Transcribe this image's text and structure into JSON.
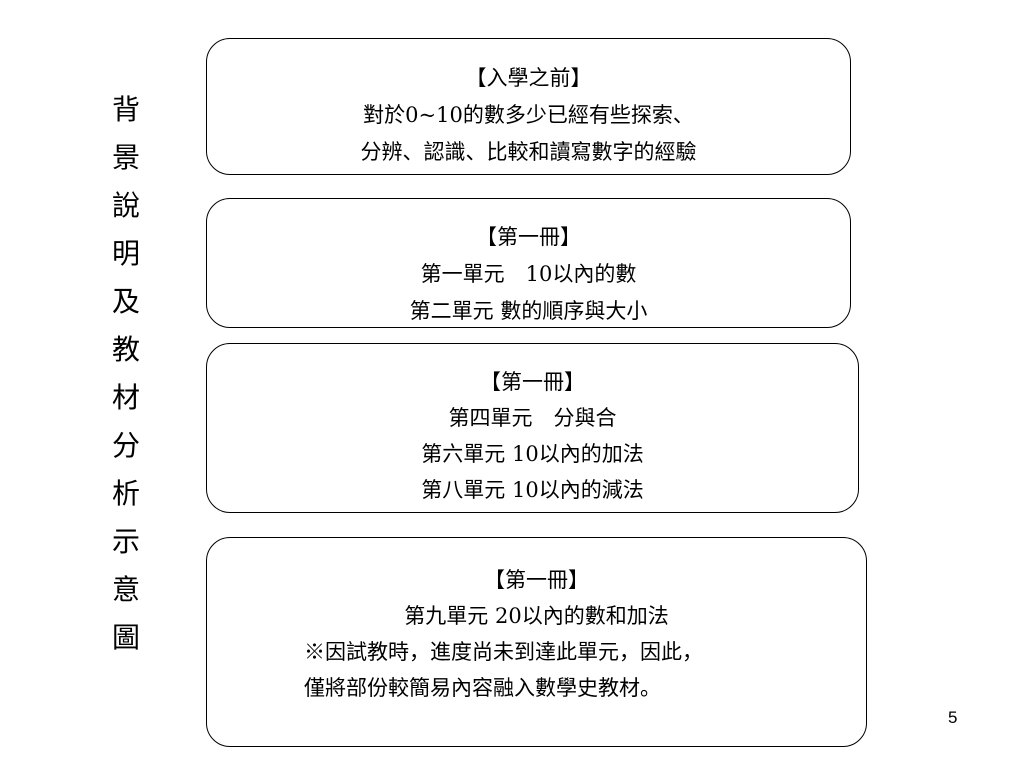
{
  "side_title": [
    "背",
    "景",
    "說",
    "明",
    "及",
    "教",
    "材",
    "分",
    "析",
    "示",
    "意",
    "圖"
  ],
  "boxes": [
    {
      "lines": [
        "【入學之前】",
        "對於0~10的數多少已經有些探索、",
        "分辨、認識、比較和讀寫數字的經驗"
      ]
    },
    {
      "lines": [
        "【第一冊】",
        "第一單元　10以內的數",
        "第二單元 數的順序與大小"
      ]
    },
    {
      "lines": [
        "【第一冊】",
        "第四單元　分與合",
        "第六單元 10以內的加法",
        "第八單元 10以內的減法"
      ]
    },
    {
      "lines": [
        "【第一冊】",
        "第九單元 20以內的數和加法",
        "※因試教時，進度尚未到達此單元，因此，",
        "僅將部份較簡易內容融入數學史教材。"
      ]
    }
  ],
  "page_number": "5"
}
